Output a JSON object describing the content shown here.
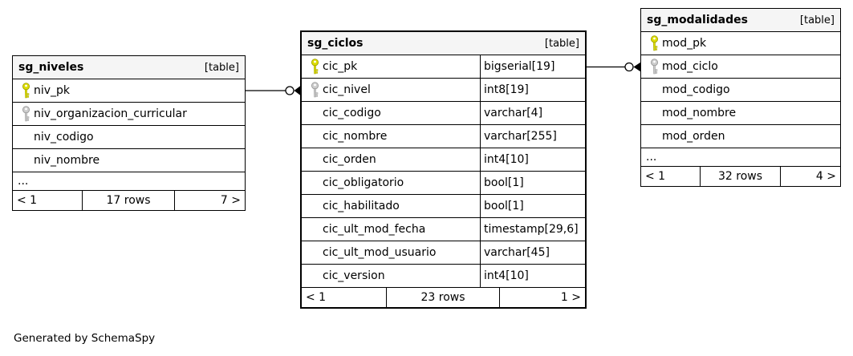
{
  "diagram": {
    "generated_by": "Generated by SchemaSpy",
    "colors": {
      "primary_key": "#dddd00",
      "primary_key_edge": "#a3a300",
      "foreign_key": "#cccccc",
      "foreign_key_edge": "#999999",
      "header_bg": "#f5f5f5",
      "border": "#000000"
    },
    "tables": [
      {
        "id": "niveles",
        "name": "sg_niveles",
        "badge": "[table]",
        "focal": false,
        "columns": [
          {
            "name": "niv_pk",
            "key": "primary"
          },
          {
            "name": "niv_organizacion_curricular",
            "key": "foreign"
          },
          {
            "name": "niv_codigo",
            "key": "none"
          },
          {
            "name": "niv_nombre",
            "key": "none"
          }
        ],
        "ellipsis": "...",
        "footer": {
          "prev": "< 1",
          "rows": "17 rows",
          "next": "7 >"
        }
      },
      {
        "id": "ciclos",
        "name": "sg_ciclos",
        "badge": "[table]",
        "focal": true,
        "columns": [
          {
            "name": "cic_pk",
            "key": "primary",
            "type": "bigserial[19]"
          },
          {
            "name": "cic_nivel",
            "key": "foreign",
            "type": "int8[19]"
          },
          {
            "name": "cic_codigo",
            "key": "none",
            "type": "varchar[4]"
          },
          {
            "name": "cic_nombre",
            "key": "none",
            "type": "varchar[255]"
          },
          {
            "name": "cic_orden",
            "key": "none",
            "type": "int4[10]"
          },
          {
            "name": "cic_obligatorio",
            "key": "none",
            "type": "bool[1]"
          },
          {
            "name": "cic_habilitado",
            "key": "none",
            "type": "bool[1]"
          },
          {
            "name": "cic_ult_mod_fecha",
            "key": "none",
            "type": "timestamp[29,6]"
          },
          {
            "name": "cic_ult_mod_usuario",
            "key": "none",
            "type": "varchar[45]"
          },
          {
            "name": "cic_version",
            "key": "none",
            "type": "int4[10]"
          }
        ],
        "ellipsis": null,
        "footer": {
          "prev": "< 1",
          "rows": "23 rows",
          "next": "1 >"
        }
      },
      {
        "id": "modalidades",
        "name": "sg_modalidades",
        "badge": "[table]",
        "focal": false,
        "columns": [
          {
            "name": "mod_pk",
            "key": "primary"
          },
          {
            "name": "mod_ciclo",
            "key": "foreign"
          },
          {
            "name": "mod_codigo",
            "key": "none"
          },
          {
            "name": "mod_nombre",
            "key": "none"
          },
          {
            "name": "mod_orden",
            "key": "none"
          }
        ],
        "ellipsis": "...",
        "footer": {
          "prev": "< 1",
          "rows": "32 rows",
          "next": "4 >"
        }
      }
    ],
    "relationships": [
      {
        "from": "sg_niveles.niv_pk",
        "to": "sg_ciclos.cic_nivel"
      },
      {
        "from": "sg_ciclos.cic_pk",
        "to": "sg_modalidades.mod_ciclo"
      }
    ]
  }
}
